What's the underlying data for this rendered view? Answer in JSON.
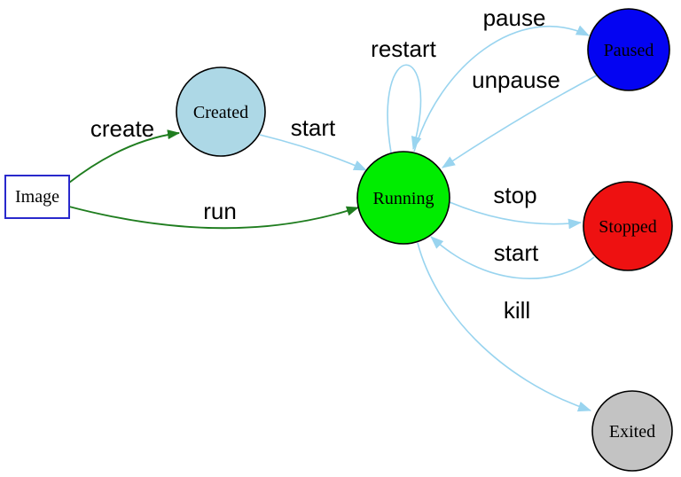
{
  "diagram": {
    "palette": {
      "background": "#ffffff",
      "edge_blue": "#99d4ef",
      "edge_green": "#1f7d1f",
      "node_border": "#000000",
      "image_border": "#2929cc",
      "label_color": "#000000"
    },
    "nodes": {
      "image": {
        "label": "Image",
        "shape": "rect",
        "fill": "#ffffff"
      },
      "created": {
        "label": "Created",
        "shape": "circle",
        "fill": "#add8e6"
      },
      "running": {
        "label": "Running",
        "shape": "circle",
        "fill": "#00ed00"
      },
      "paused": {
        "label": "Paused",
        "shape": "circle",
        "fill": "#0404f2"
      },
      "stopped": {
        "label": "Stopped",
        "shape": "circle",
        "fill": "#ee1111"
      },
      "exited": {
        "label": "Exited",
        "shape": "circle",
        "fill": "#c3c3c3"
      }
    },
    "edges": [
      {
        "from": "image",
        "to": "created",
        "label": "create",
        "color": "#1f7d1f"
      },
      {
        "from": "image",
        "to": "running",
        "label": "run",
        "color": "#1f7d1f"
      },
      {
        "from": "created",
        "to": "running",
        "label": "start",
        "color": "#99d4ef"
      },
      {
        "from": "running",
        "to": "running",
        "label": "restart",
        "color": "#99d4ef"
      },
      {
        "from": "running",
        "to": "paused",
        "label": "pause",
        "color": "#99d4ef"
      },
      {
        "from": "paused",
        "to": "running",
        "label": "unpause",
        "color": "#99d4ef"
      },
      {
        "from": "running",
        "to": "stopped",
        "label": "stop",
        "color": "#99d4ef"
      },
      {
        "from": "stopped",
        "to": "running",
        "label": "start",
        "color": "#99d4ef"
      },
      {
        "from": "running",
        "to": "exited",
        "label": "kill",
        "color": "#99d4ef"
      }
    ]
  }
}
